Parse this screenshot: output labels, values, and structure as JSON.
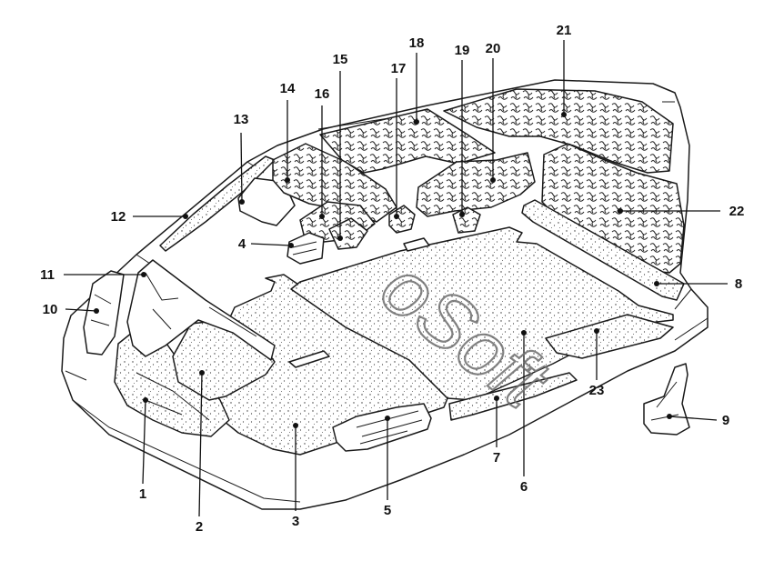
{
  "watermark": "oSoft",
  "labels": [
    {
      "id": "1",
      "text": "1"
    },
    {
      "id": "2",
      "text": "2"
    },
    {
      "id": "3",
      "text": "3"
    },
    {
      "id": "4",
      "text": "4"
    },
    {
      "id": "5",
      "text": "5"
    },
    {
      "id": "6",
      "text": "6"
    },
    {
      "id": "7",
      "text": "7"
    },
    {
      "id": "8",
      "text": "8"
    },
    {
      "id": "9",
      "text": "9"
    },
    {
      "id": "10",
      "text": "10"
    },
    {
      "id": "11",
      "text": "11"
    },
    {
      "id": "12",
      "text": "12"
    },
    {
      "id": "13",
      "text": "13"
    },
    {
      "id": "14",
      "text": "14"
    },
    {
      "id": "15",
      "text": "15"
    },
    {
      "id": "16",
      "text": "16"
    },
    {
      "id": "17",
      "text": "17"
    },
    {
      "id": "18",
      "text": "18"
    },
    {
      "id": "19",
      "text": "19"
    },
    {
      "id": "20",
      "text": "20"
    },
    {
      "id": "21",
      "text": "21"
    },
    {
      "id": "22",
      "text": "22"
    },
    {
      "id": "23",
      "text": "23"
    }
  ]
}
